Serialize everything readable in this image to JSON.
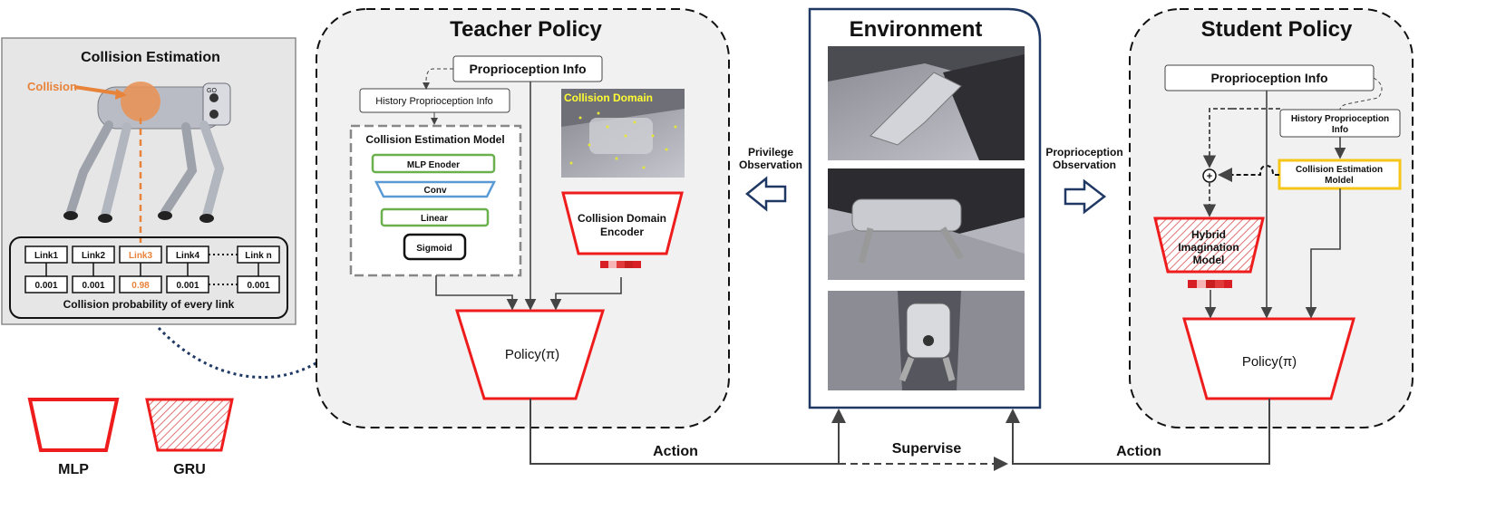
{
  "collision_estimation": {
    "title": "Collision Estimation",
    "collision_label": "Collision",
    "links": [
      "Link1",
      "Link2",
      "Link3",
      "Link4",
      "Link n"
    ],
    "probabilities": [
      "0.001",
      "0.001",
      "0.98",
      "0.001",
      "0.001"
    ],
    "caption": "Collision probability of every link",
    "robot_badge": "GO"
  },
  "teacher": {
    "title": "Teacher Policy",
    "proprio": "Proprioception Info",
    "history": "History Proprioception Info",
    "cem_title": "Collision Estimation Model",
    "layers": [
      "MLP Enoder",
      "Conv",
      "Linear",
      "Sigmoid"
    ],
    "collision_domain": "Collision Domain",
    "cd_encoder_line1": "Collision Domain",
    "cd_encoder_line2": "Encoder",
    "policy": "Policy(π)"
  },
  "privilege": {
    "line1": "Privilege",
    "line2": "Observation"
  },
  "environment": {
    "title": "Environment"
  },
  "proprio_obs": {
    "line1": "Proprioception",
    "line2": "Observation"
  },
  "student": {
    "title": "Student Policy",
    "proprio": "Proprioception Info",
    "history_line1": "History Proprioception",
    "history_line2": "Info",
    "cem_line1": "Collision  Estimation",
    "cem_line2": "Moldel",
    "him_line1": "Hybrid",
    "him_line2": "Imagination",
    "him_line3": "Model",
    "plus": "+",
    "policy": "Policy(π)"
  },
  "bottom": {
    "action1": "Action",
    "supervise": "Supervise",
    "action2": "Action"
  },
  "legend": {
    "mlp": "MLP",
    "gru": "GRU"
  },
  "colors": {
    "red": "#ee1c1c",
    "orange": "#e8833a",
    "green": "#6ab04c",
    "blue": "#5b9bd5",
    "yellow": "#f5c518",
    "navy": "#1f3864"
  }
}
